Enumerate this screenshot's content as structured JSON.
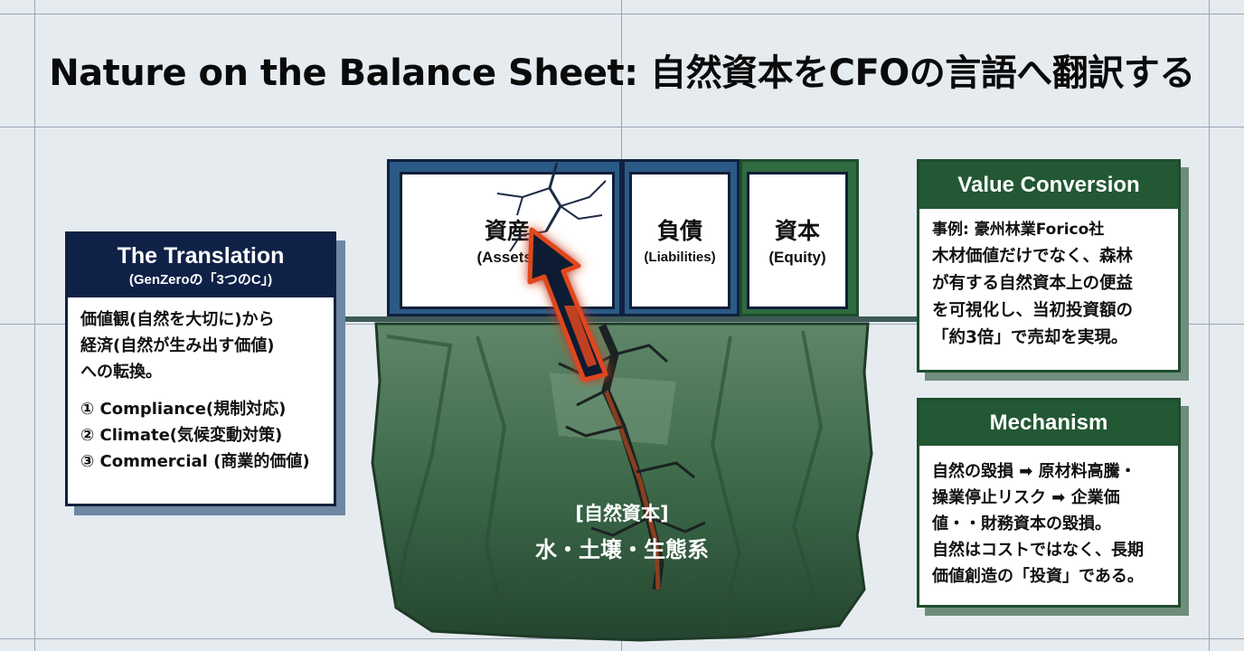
{
  "title": "Nature on the Balance Sheet: 自然資本をCFOの言語へ翻訳する",
  "translation": {
    "heading": "The Translation",
    "subheading": "(GenZeroの「3つのC」)",
    "body_lines": [
      "価値観(自然を大切に)から",
      "経済(自然が生み出す価値)",
      "への転換。"
    ],
    "items": [
      "① Compliance(規制対応)",
      "② Climate(気候変動対策)",
      "③ Commercial (商業的価値)"
    ]
  },
  "balance_sheet": {
    "assets": {
      "jp": "資産",
      "en": "(Assets)"
    },
    "liabilities": {
      "jp": "負債",
      "en": "(Liabilities)"
    },
    "equity": {
      "jp": "資本",
      "en": "(Equity)"
    }
  },
  "nature": {
    "label": "[自然資本]",
    "items": "水・土壌・生態系"
  },
  "value_conversion": {
    "heading": "Value Conversion",
    "case": "事例: 豪州林業Forico社",
    "body_lines": [
      "木材価値だけでなく、森林",
      "が有する自然資本上の便益",
      "を可視化し、当初投資額の",
      "「約3倍」で売却を実現。"
    ]
  },
  "mechanism": {
    "heading": "Mechanism",
    "body_lines": [
      "自然の毀損 ➡ 原材料高騰・",
      "操業停止リスク ➡ 企業価",
      "値・・財務資本の毀損。",
      "自然はコストではなく、長期",
      "価値創造の「投資」である。"
    ]
  },
  "colors": {
    "navy": "#0f2147",
    "forest_green": "#225833",
    "arrow_red": "#e0471d",
    "background": "#e6ebf0"
  }
}
